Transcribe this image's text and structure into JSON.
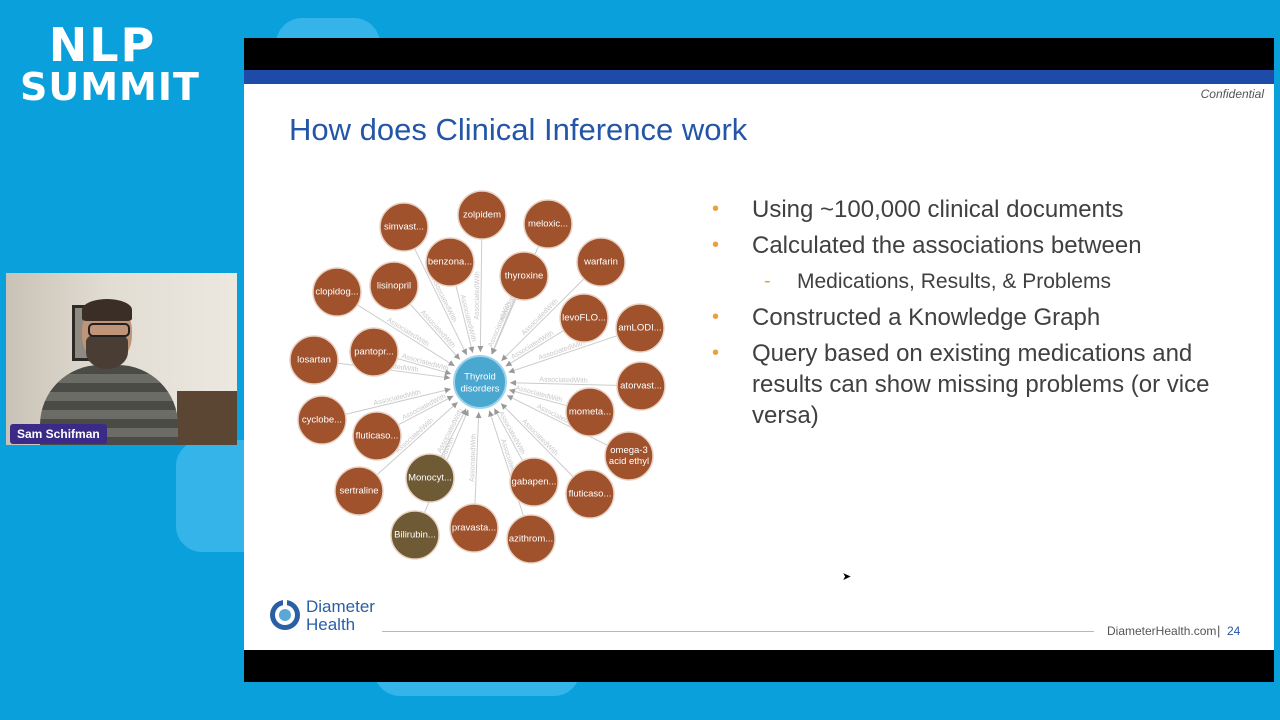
{
  "event": {
    "logo_line1": "NLP",
    "logo_line2": "SUMMIT",
    "speaker_name": "Sam Schifman"
  },
  "slide": {
    "confidential": "Confidential",
    "title": "How does Clinical Inference work",
    "bullets": [
      {
        "text": "Using ~100,000 clinical documents",
        "level": 1
      },
      {
        "text": "Calculated the associations between",
        "level": 1
      },
      {
        "text": "Medications, Results, & Problems",
        "level": 2
      },
      {
        "text": "Constructed a Knowledge Graph",
        "level": 1
      },
      {
        "text": "Query based on existing medications and results can show missing problems (or vice versa)",
        "level": 1
      }
    ],
    "brand_line1": "Diameter",
    "brand_line2": "Health",
    "footer_site": "DiameterHealth.com",
    "footer_sep": "|",
    "page_number": "24"
  },
  "graph": {
    "center_label_1": "Thyroid",
    "center_label_2": "disorders",
    "edge_label": "AssociatedWith",
    "colors": {
      "medication": "#a0522d",
      "result": "#6e5a35",
      "center": "#4aa8d0",
      "edge": "#cccccc"
    },
    "nodes": [
      {
        "label": "zolpidem",
        "kind": "medication"
      },
      {
        "label": "meloxic...",
        "kind": "medication"
      },
      {
        "label": "warfarin",
        "kind": "medication"
      },
      {
        "label": "thyroxine",
        "kind": "medication"
      },
      {
        "label": "levoFLO...",
        "kind": "medication"
      },
      {
        "label": "amLODI...",
        "kind": "medication"
      },
      {
        "label": "atorvast...",
        "kind": "medication"
      },
      {
        "label": "mometa...",
        "kind": "medication"
      },
      {
        "label": "omega-3 acid ethyl",
        "kind": "medication"
      },
      {
        "label": "fluticaso...",
        "kind": "medication"
      },
      {
        "label": "gabapen...",
        "kind": "medication"
      },
      {
        "label": "azithrom...",
        "kind": "medication"
      },
      {
        "label": "pravasta...",
        "kind": "medication"
      },
      {
        "label": "Bilirubin...",
        "kind": "result"
      },
      {
        "label": "Monocyt...",
        "kind": "result"
      },
      {
        "label": "sertraline",
        "kind": "medication"
      },
      {
        "label": "fluticaso...",
        "kind": "medication"
      },
      {
        "label": "cyclobe...",
        "kind": "medication"
      },
      {
        "label": "losartan",
        "kind": "medication"
      },
      {
        "label": "pantopr...",
        "kind": "medication"
      },
      {
        "label": "clopidog...",
        "kind": "medication"
      },
      {
        "label": "lisinopril",
        "kind": "medication"
      },
      {
        "label": "simvast...",
        "kind": "medication"
      },
      {
        "label": "benzona...",
        "kind": "medication"
      }
    ]
  }
}
